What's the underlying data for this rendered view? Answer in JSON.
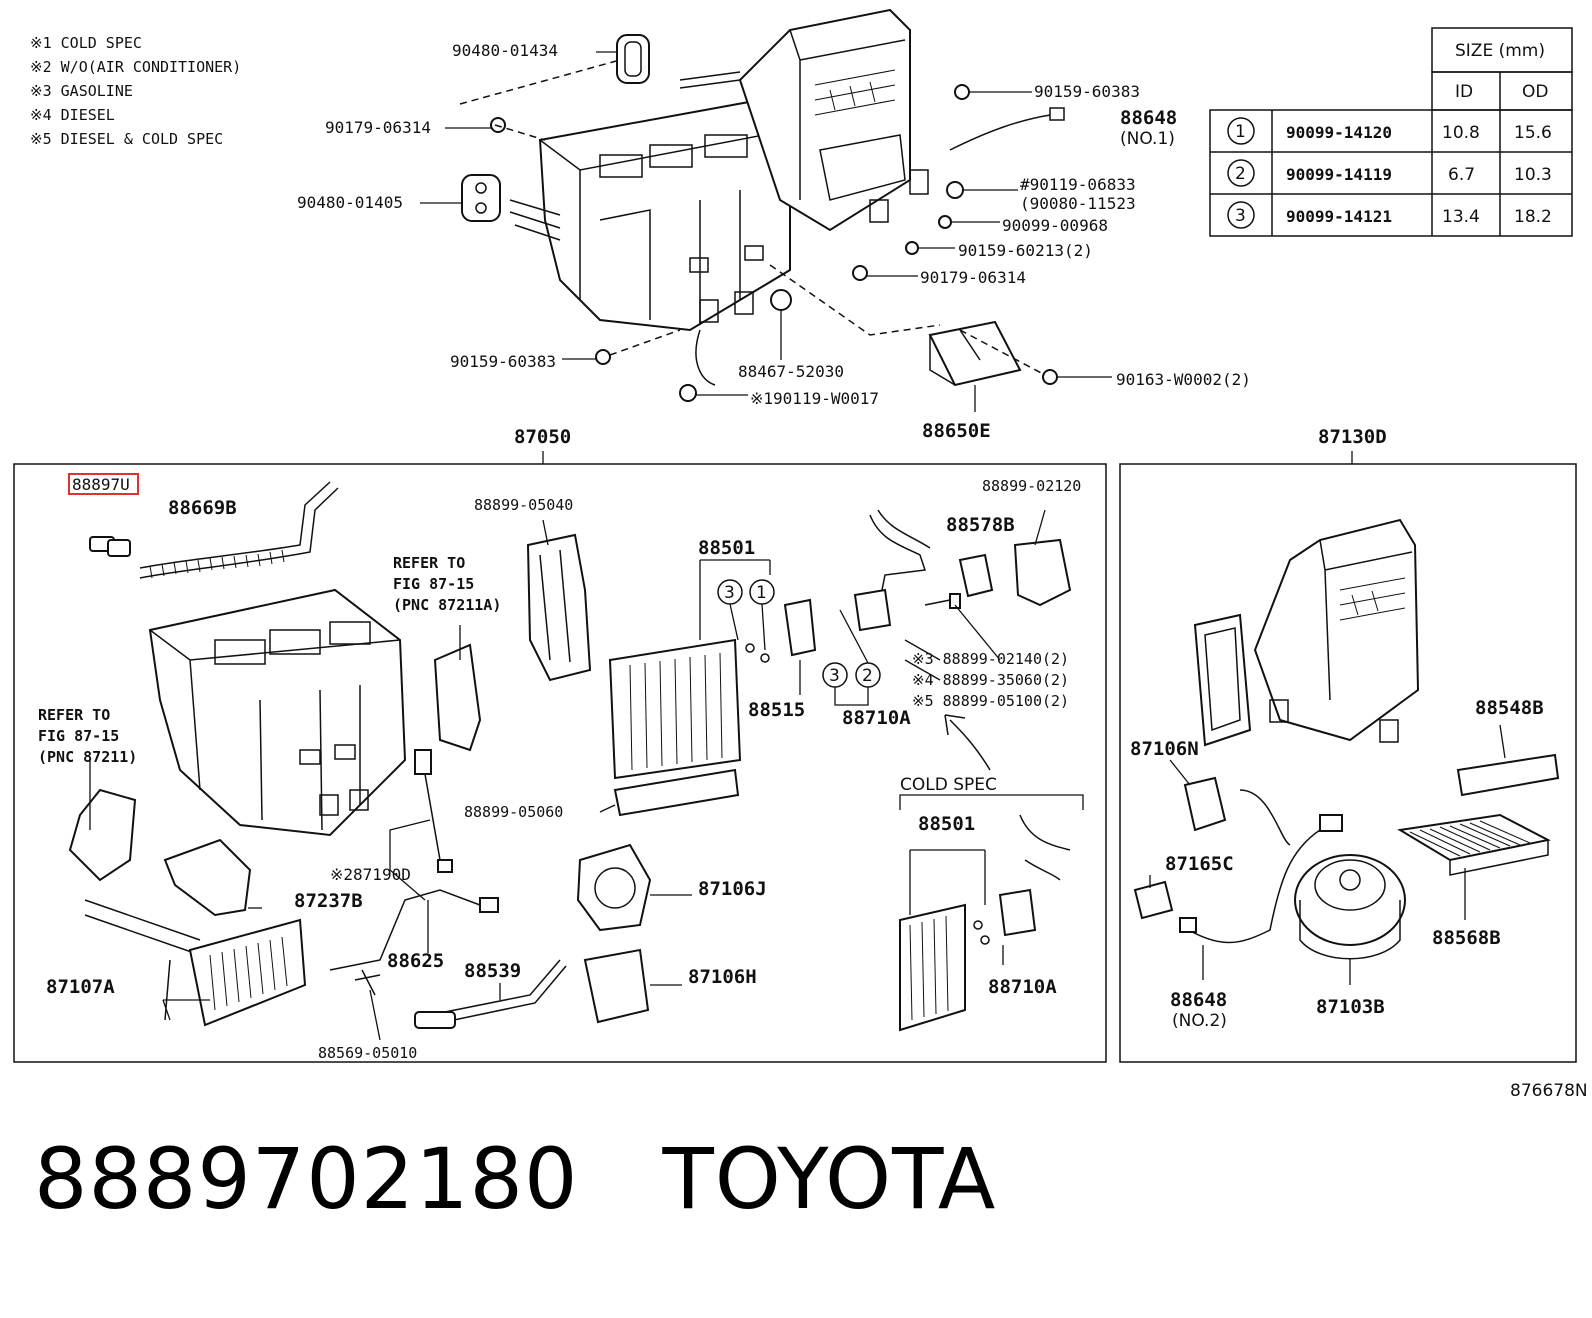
{
  "notes": [
    "※1 COLD SPEC",
    "※2 W/O(AIR CONDITIONER)",
    "※3 GASOLINE",
    "※4 DIESEL",
    "※5 DIESEL & COLD SPEC"
  ],
  "size_table": {
    "title": "SIZE (mm)",
    "col_id": "ID",
    "col_od": "OD",
    "rows": [
      {
        "ref": "1",
        "part": "90099-14120",
        "id": "10.8",
        "od": "15.6"
      },
      {
        "ref": "2",
        "part": "90099-14119",
        "id": "6.7",
        "od": "10.3"
      },
      {
        "ref": "3",
        "part": "90099-14121",
        "id": "13.4",
        "od": "18.2"
      }
    ]
  },
  "top_labels": {
    "l1": "90480-01434",
    "l2": "90179-06314",
    "l3": "90480-01405",
    "l4": "90159-60383",
    "l5": "88648",
    "l5b": "(NO.1)",
    "l6": "#90119-06833",
    "l6b": "(90080-11523",
    "l7": "90099-00968",
    "l8": "90159-60213(2)",
    "l9": "90179-06314",
    "l10": "90159-60383",
    "l11": "88467-52030",
    "l12": "90163-W0002(2)",
    "l13": "※190119-W0017",
    "l14": "88650E"
  },
  "group_left": {
    "title": "87050",
    "labels": {
      "a1": "88897U",
      "a2": "88669B",
      "a3": "88899-05040",
      "a4a": "REFER TO",
      "a4b": "FIG 87-15",
      "a4c": "(PNC 87211A)",
      "a5a": "REFER TO",
      "a5b": "FIG 87-15",
      "a5c": "(PNC 87211)",
      "a6": "88501",
      "a7": "88899-02120",
      "a8": "88578B",
      "a9": "88515",
      "a10": "88710A",
      "a11": "※3 88899-02140(2)",
      "a12": "※4 88899-35060(2)",
      "a13": "※5 88899-05100(2)",
      "a14": "88899-05060",
      "a15": "※287190D",
      "a16": "87237B",
      "a17": "87106J",
      "a18": "88625",
      "a19": "88539",
      "a20": "87106H",
      "a21": "87107A",
      "a22": "88569-05010",
      "a23": "COLD SPEC",
      "a24": "88501",
      "a25": "88710A",
      "c1": "3",
      "c2": "1",
      "c3": "3",
      "c4": "2"
    }
  },
  "group_right": {
    "title": "87130D",
    "labels": {
      "b1": "87106N",
      "b2": "88548B",
      "b3": "87165C",
      "b4": "88568B",
      "b5": "88648",
      "b5b": "(NO.2)",
      "b6": "87103B"
    }
  },
  "figure_code": "876678N",
  "footer": {
    "part_number": "8889702180",
    "brand": "TOYOTA"
  },
  "colors": {
    "highlight": "#e03030",
    "ink": "#111111"
  }
}
